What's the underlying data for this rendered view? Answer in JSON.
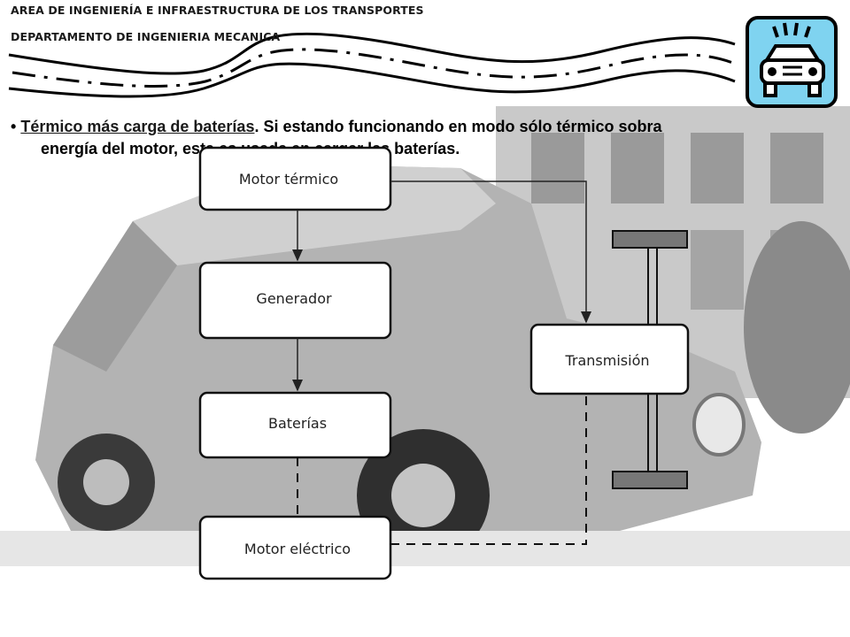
{
  "header": {
    "line1": "AREA DE INGENIERÍA E INFRAESTRUCTURA DE LOS TRANSPORTES",
    "line2": "DEPARTAMENTO DE INGENIERIA MECANICA"
  },
  "logo_icon": "car-front-icon",
  "colors": {
    "logo_bg": "#7fd3f0",
    "photo_bg": "#d9d9d9",
    "accent": "#000000"
  },
  "bullet": {
    "marker": "•",
    "title": "Térmico más carga de baterías",
    "text_line1": ". Si estando funcionando en modo sólo térmico sobra",
    "text_line2": "energía del motor, esta es usada en cargar las baterías."
  },
  "diagram": {
    "boxes": {
      "motor_termico": "Motor térmico",
      "generador": "Generador",
      "baterias": "Baterías",
      "motor_electrico": "Motor eléctrico",
      "transmision": "Transmisión"
    }
  }
}
